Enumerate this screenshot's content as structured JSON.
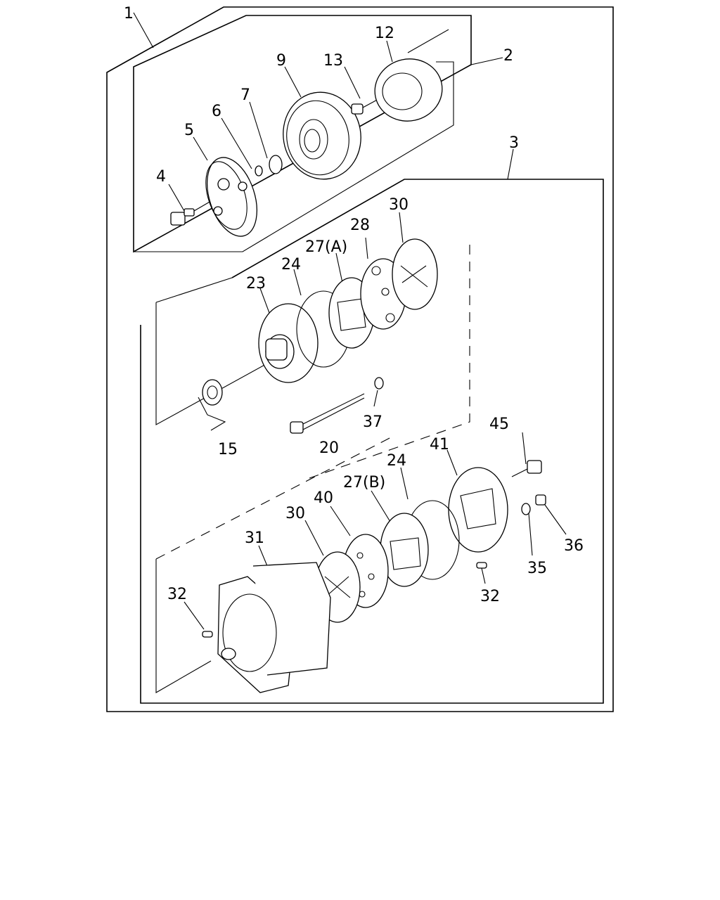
{
  "callouts": [
    {
      "id": "c1",
      "text": "1"
    },
    {
      "id": "c2",
      "text": "2"
    },
    {
      "id": "c3",
      "text": "3"
    },
    {
      "id": "c4",
      "text": "4"
    },
    {
      "id": "c5",
      "text": "5"
    },
    {
      "id": "c6",
      "text": "6"
    },
    {
      "id": "c7",
      "text": "7"
    },
    {
      "id": "c9",
      "text": "9"
    },
    {
      "id": "c12",
      "text": "12"
    },
    {
      "id": "c13",
      "text": "13"
    },
    {
      "id": "c15",
      "text": "15"
    },
    {
      "id": "c20",
      "text": "20"
    },
    {
      "id": "c23",
      "text": "23"
    },
    {
      "id": "c24a",
      "text": "24"
    },
    {
      "id": "c27a",
      "text": "27(A)"
    },
    {
      "id": "c28",
      "text": "28"
    },
    {
      "id": "c30a",
      "text": "30"
    },
    {
      "id": "c37",
      "text": "37"
    },
    {
      "id": "c45",
      "text": "45"
    },
    {
      "id": "c41",
      "text": "41"
    },
    {
      "id": "c24b",
      "text": "24"
    },
    {
      "id": "c27b",
      "text": "27(B)"
    },
    {
      "id": "c40",
      "text": "40"
    },
    {
      "id": "c30b",
      "text": "30"
    },
    {
      "id": "c31",
      "text": "31"
    },
    {
      "id": "c32a",
      "text": "32"
    },
    {
      "id": "c32b",
      "text": "32"
    },
    {
      "id": "c35",
      "text": "35"
    },
    {
      "id": "c36",
      "text": "36"
    }
  ]
}
